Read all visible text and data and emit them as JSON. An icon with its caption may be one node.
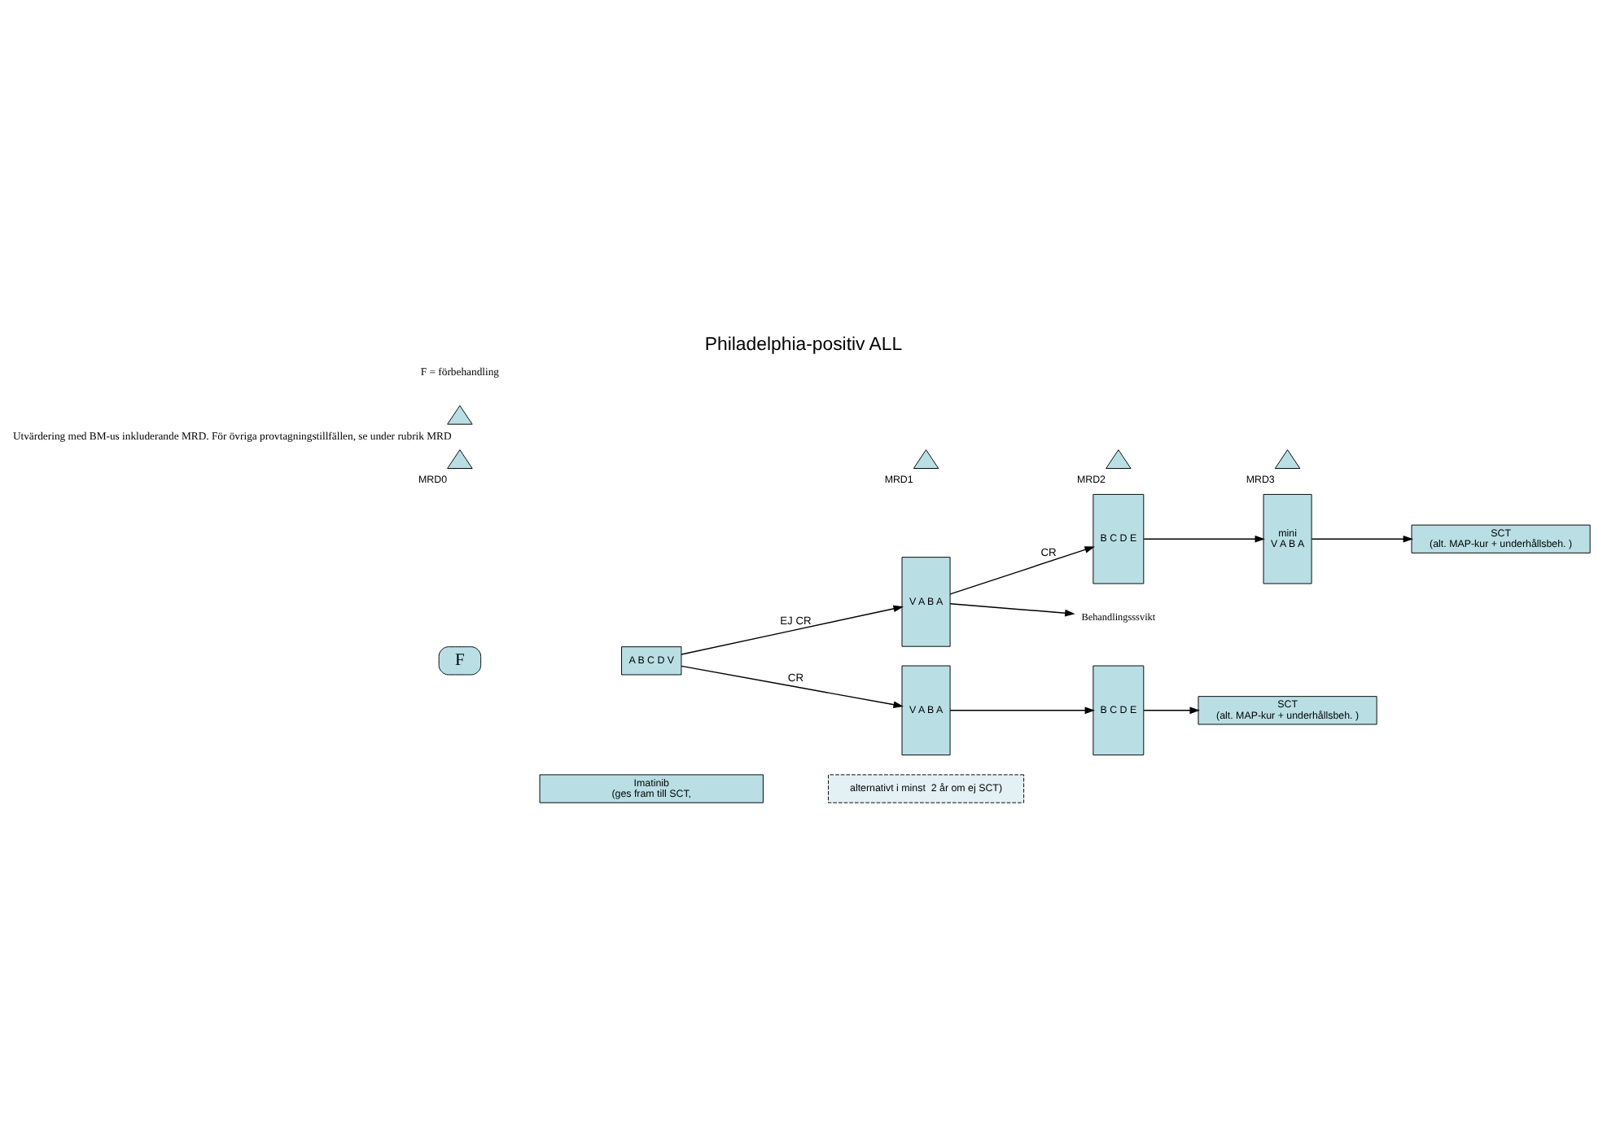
{
  "diagram": {
    "title": "Philadelphia-positiv ALL",
    "nodes": [
      {
        "text": [
          "F"
        ]
      },
      {
        "text": [
          "A B C D V"
        ]
      },
      {
        "text": [
          "V A B A"
        ]
      },
      {
        "text": [
          "B C D E"
        ]
      },
      {
        "text": [
          "mini",
          "V A B A"
        ]
      },
      {
        "text": [
          "SCT",
          "(alt. MAP-kur + underhållsbeh. )"
        ]
      },
      {
        "text": [
          "Behandlingsssvikt"
        ]
      },
      {
        "text": [
          "V A B A"
        ]
      },
      {
        "text": [
          "B C D E"
        ]
      },
      {
        "text": [
          "SCT",
          "(alt. MAP-kur + underhållsbeh. )"
        ]
      },
      {
        "text": [
          "Imatinib",
          "(ges fram till SCT,"
        ]
      },
      {
        "text": [
          "alternativt i minst  2 år om ej SCT)"
        ]
      },
      {
        "text": [
          "MRD0"
        ]
      },
      {
        "text": [
          "MRD1"
        ]
      },
      {
        "text": [
          "MRD2"
        ]
      },
      {
        "text": [
          "MRD3"
        ]
      },
      {
        "text": [],
        "shape": "triangle",
        "beside": [
          "Utvärdering med BM-us inkluderande MRD. För övriga provtagningstillfällen, se under rubrik MRD"
        ]
      }
    ],
    "edges": [
      {
        "from": 1,
        "to": 2,
        "arrow": "to",
        "label": "EJ CR"
      },
      {
        "from": 1,
        "to": 7,
        "arrow": "to",
        "label": "CR"
      },
      {
        "from": 2,
        "to": 3,
        "arrow": "to",
        "label": "CR"
      },
      {
        "from": 2,
        "to": 6,
        "arrow": "to"
      },
      {
        "from": 3,
        "to": 4,
        "arrow": "to"
      },
      {
        "from": 4,
        "to": 5,
        "arrow": "to"
      },
      {
        "from": 7,
        "to": 8,
        "arrow": "to"
      },
      {
        "from": 8,
        "to": 9,
        "arrow": "to"
      }
    ],
    "labels": [
      "F = förbehandling"
    ]
  }
}
